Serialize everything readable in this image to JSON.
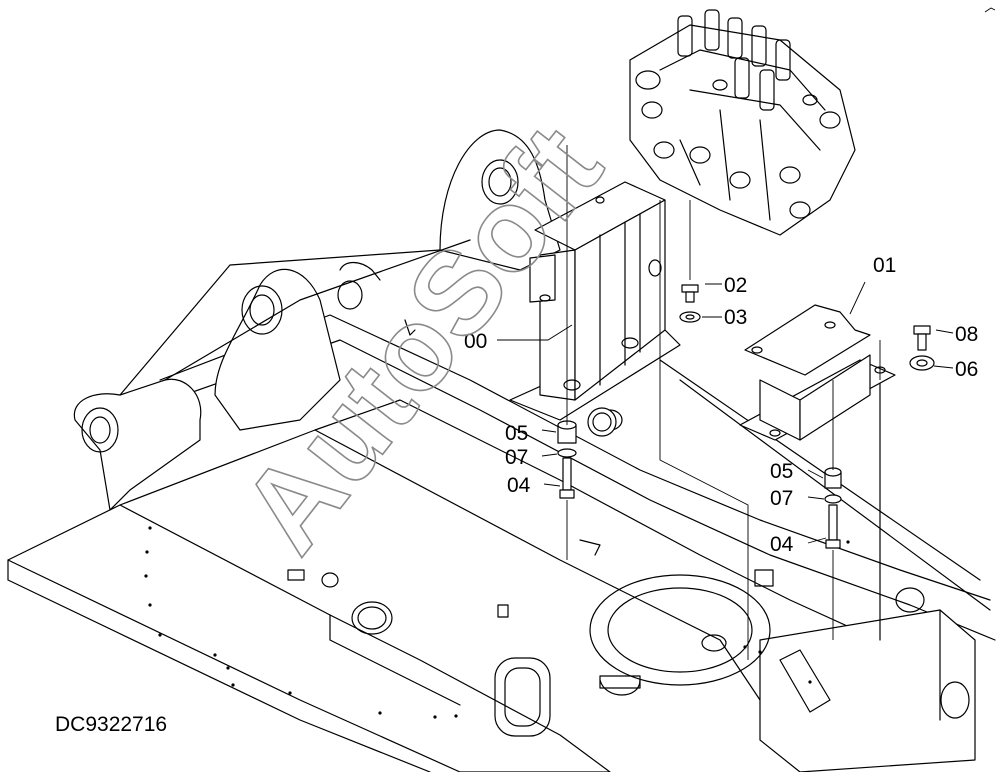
{
  "diagram": {
    "document_id": "DC9322716",
    "watermark": "AutoSoft",
    "callouts": {
      "c00": "00",
      "c01": "01",
      "c02": "02",
      "c03": "03",
      "c04a": "04",
      "c04b": "04",
      "c05a": "05",
      "c05b": "05",
      "c06": "06",
      "c07a": "07",
      "c07b": "07",
      "c08": "08"
    }
  }
}
